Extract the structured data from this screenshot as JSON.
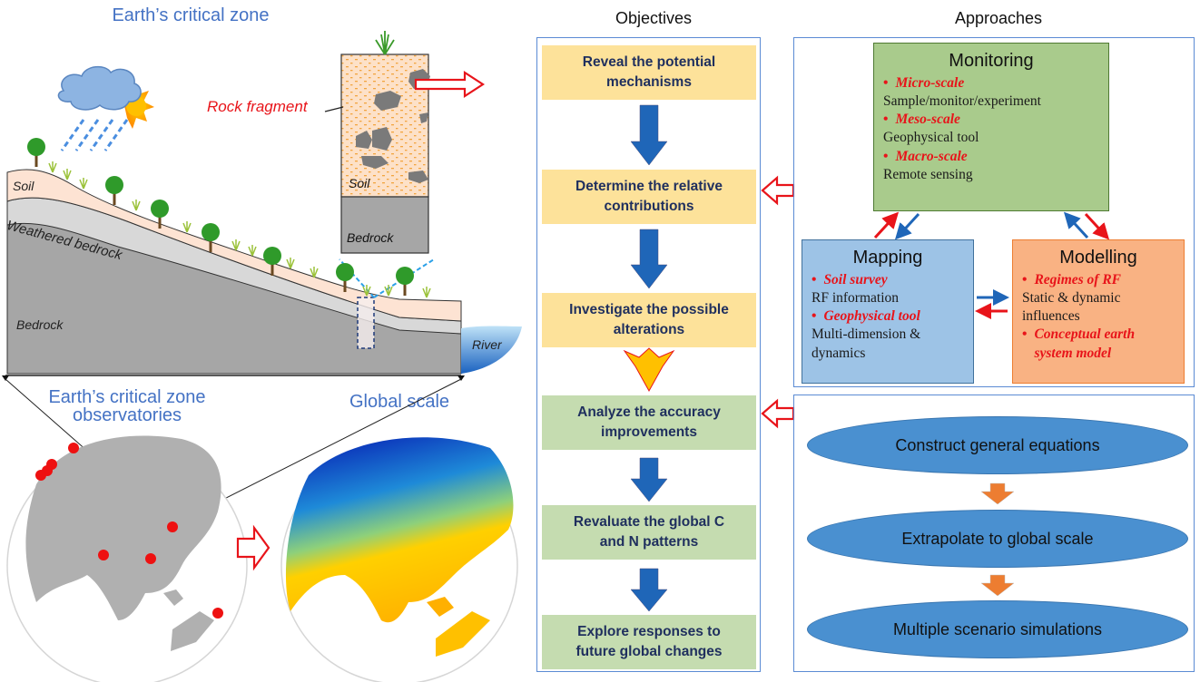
{
  "left": {
    "critical_zone_title": "Earth’s critical zone",
    "observatories_title_line1": "Earth’s critical zone",
    "observatories_title_line2": "observatories",
    "global_scale_title": "Global scale",
    "hillslope_labels": {
      "soil": "Soil",
      "weathered_bedrock": "Weathered bedrock",
      "bedrock": "Bedrock",
      "river": "River"
    },
    "profile_labels": {
      "rock_fragment": "Rock fragment",
      "soil": "Soil",
      "bedrock": "Bedrock"
    },
    "colors": {
      "soil": "#fde3d3",
      "weathered": "#d8d8d8",
      "bedrock": "#a6a6a6",
      "river": "#1e6fc9",
      "observatory_dot": "#ee1111",
      "map_land": "#b0b0b0"
    }
  },
  "objectives": {
    "heading": "Objectives",
    "items": [
      {
        "text": "Reveal the potential mechanisms",
        "line1": "Reveal the potential",
        "line2": "mechanisms",
        "color": "#fde29a"
      },
      {
        "text": "Determine the relative contributions",
        "line1": "Determine the relative",
        "line2": "contributions",
        "color": "#fde29a"
      },
      {
        "text": "Investigate the possible alterations",
        "line1": "Investigate the possible",
        "line2": "alterations",
        "color": "#fde29a"
      },
      {
        "text": "Analyze the accuracy improvements",
        "line1": "Analyze the accuracy",
        "line2": "improvements",
        "color": "#c5dcb0"
      },
      {
        "text": "Revaluate the global C and N patterns",
        "line1": "Revaluate the global C",
        "line2": "and N patterns",
        "color": "#c5dcb0"
      },
      {
        "text": "Explore responses to future global changes",
        "line1": "Explore responses to",
        "line2": "future global changes",
        "color": "#c5dcb0"
      }
    ]
  },
  "approaches": {
    "heading": "Approaches",
    "monitoring": {
      "title": "Monitoring",
      "entries": [
        {
          "bullet": "Micro-scale",
          "detail": "Sample/monitor/experiment"
        },
        {
          "bullet": "Meso-scale",
          "detail": "Geophysical tool"
        },
        {
          "bullet": "Macro-scale",
          "detail": "Remote sensing"
        }
      ]
    },
    "mapping": {
      "title": "Mapping",
      "entries": [
        {
          "bullet": "Soil survey",
          "detail": "RF information"
        },
        {
          "bullet": "Geophysical tool",
          "detail": "Multi-dimension & dynamics"
        }
      ]
    },
    "modelling": {
      "title": "Modelling",
      "entries": [
        {
          "bullet": "Regimes of RF",
          "detail": "Static & dynamic influences"
        },
        {
          "bullet": "Conceptual earth system model",
          "detail": ""
        }
      ]
    },
    "colors": {
      "monitoring": "#a9cb8c",
      "mapping": "#9dc3e6",
      "modelling": "#f9b283",
      "bullet_red": "#e8141a"
    }
  },
  "upscaling": {
    "steps": [
      "Construct general equations",
      "Extrapolate to global scale",
      "Multiple scenario simulations"
    ]
  }
}
